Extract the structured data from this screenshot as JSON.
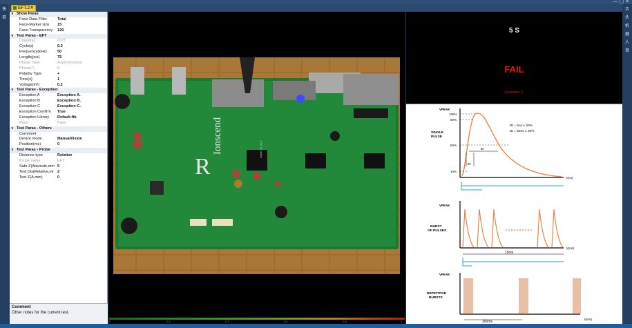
{
  "window": {
    "controls": "— ▢ ✕",
    "left_rail": [
      "快",
      "目"
    ],
    "right_rail": [
      "示",
      "头",
      "机",
      "器",
      "人",
      "目"
    ]
  },
  "tab": {
    "label": "EFT.2",
    "close": "✕"
  },
  "properties": {
    "sections": [
      {
        "title": "Show Paras",
        "rows": [
          {
            "key": "Face-Data Filter",
            "value": "Total",
            "dim": false
          },
          {
            "key": "Face-Marker size",
            "value": "15",
            "dim": false
          },
          {
            "key": "Face-Transparency",
            "value": "120",
            "dim": false
          }
        ]
      },
      {
        "title": "Test Paras - EFT",
        "rows": [
          {
            "key": "Coupling",
            "value": "OUT",
            "dim": true
          },
          {
            "key": "Cycle(s)",
            "value": "0.3",
            "dim": false
          },
          {
            "key": "Frequency(kHz)",
            "value": "50",
            "dim": false
          },
          {
            "key": "Length(pcs)",
            "value": "75",
            "dim": false
          },
          {
            "key": "Phase Type",
            "value": "Asynchronous",
            "dim": true
          },
          {
            "key": "Phase(°)",
            "value": "0",
            "dim": true
          },
          {
            "key": "Polarity Type",
            "value": "+",
            "dim": false
          },
          {
            "key": "Time(s)",
            "value": "1",
            "dim": false
          },
          {
            "key": "Voltage(kV)",
            "value": "0.2",
            "dim": false
          }
        ]
      },
      {
        "title": "Test Paras - Exception",
        "rows": [
          {
            "key": "Exception A",
            "value": "Exception A.",
            "dim": false
          },
          {
            "key": "Exception B",
            "value": "Exception B.",
            "dim": false
          },
          {
            "key": "Exception C",
            "value": "Exception C.",
            "dim": false
          },
          {
            "key": "Exception Confirm",
            "value": "True",
            "dim": false
          },
          {
            "key": "Exception Library",
            "value": "Default.ftb",
            "dim": false
          },
          {
            "key": "Pass",
            "value": "Pass",
            "dim": true
          }
        ]
      },
      {
        "title": "Test Paras - Others",
        "rows": [
          {
            "key": "Comment",
            "value": "",
            "dim": false
          },
          {
            "key": "Device mode",
            "value": "ManualVision",
            "dim": false
          },
          {
            "key": "Position(ms)",
            "value": "0",
            "dim": false
          }
        ]
      },
      {
        "title": "Test Paras - Probe",
        "rows": [
          {
            "key": "Distance type",
            "value": "Relative",
            "dim": false
          },
          {
            "key": "Probe name",
            "value": "EFT",
            "dim": true
          },
          {
            "key": "Safe Z(Absolute,mm",
            "value": "5",
            "dim": false
          },
          {
            "key": "Test Dis(Relative,mr",
            "value": "2",
            "dim": false
          },
          {
            "key": "Test Z(A,mm)",
            "value": "0",
            "dim": false
          }
        ]
      }
    ],
    "comment_title": "Comment",
    "comment_text": "Other notes for the current test."
  },
  "board": {
    "brand": "Ionscend",
    "logo": "R",
    "chip_label": "Contrl_B_v1.2"
  },
  "ruler": {
    "ticks": [
      "0",
      "0.2",
      "0.4",
      "0.6",
      "0.8",
      "1"
    ]
  },
  "result": {
    "time": "5 S",
    "status": "FAIL",
    "exception": "Exception C."
  },
  "diagram": {
    "vpeak": "VPEAK",
    "single_pulse": [
      "SINGLE",
      "PULSE"
    ],
    "pct100": "100%",
    "pct90": "90%",
    "pct50": "50%",
    "pct10": "10%",
    "tr_note": "tR = 5ns ± 30%",
    "td_note": "tD = 50ns ± 30%",
    "tr": "tR",
    "td": "tD",
    "t_ns": "t(ns)",
    "burst": [
      "BURST",
      "OF PULSES"
    ],
    "t_ms": "t(ms)",
    "dur_15ms": "15ms",
    "repetitive": [
      "REPETITIVE",
      "BURSTS"
    ],
    "dur_300ms": "300ms",
    "t_ms2": "t(ms)"
  },
  "colors": {
    "accent_fail": "#e0141a",
    "pulse": "#e8844a",
    "cyan": "#1ea7c8"
  }
}
